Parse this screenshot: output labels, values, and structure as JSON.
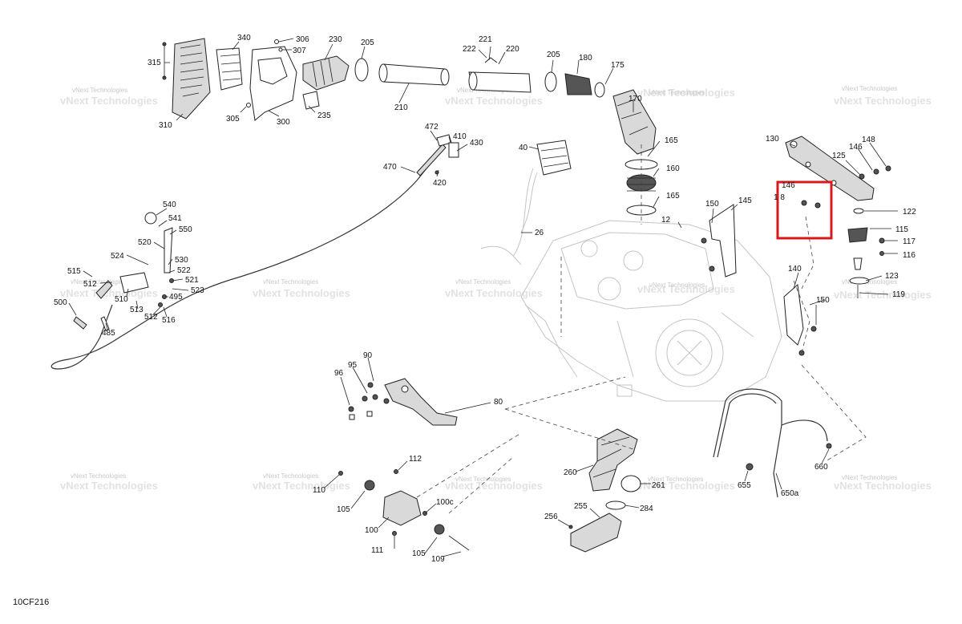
{
  "diagram": {
    "reference_code": "10CF216",
    "watermark_text": "vNext Technologies",
    "highlight_color": "#d7191c",
    "callouts": {
      "c315": "315",
      "c340": "340",
      "c306": "306",
      "c307": "307",
      "c230": "230",
      "c205a": "205",
      "c221": "221",
      "c222": "222",
      "c220": "220",
      "c205b": "205",
      "c180": "180",
      "c175": "175",
      "c310": "310",
      "c305": "305",
      "c300": "300",
      "c235": "235",
      "c210": "210",
      "c170": "170",
      "c472": "472",
      "c410": "410",
      "c430": "430",
      "c40": "40",
      "c470": "470",
      "c420": "420",
      "c165a": "165",
      "c160": "160",
      "c165b": "165",
      "c130": "130",
      "c148": "148",
      "c146a": "146",
      "c125": "125",
      "c146b": "146",
      "c18": "1 8",
      "c122": "122",
      "c115": "115",
      "c117": "117",
      "c116": "116",
      "c145": "145",
      "c150a": "150",
      "c12": "12",
      "c26": "26",
      "c540": "540",
      "c541": "541",
      "c550": "550",
      "c520": "520",
      "c524": "524",
      "c530": "530",
      "c522": "522",
      "c515": "515",
      "c521": "521",
      "c512a": "512",
      "c523": "523",
      "c510": "510",
      "c495": "495",
      "c500": "500",
      "c513": "513",
      "c512b": "512",
      "c516": "516",
      "c485": "485",
      "c140": "140",
      "c123": "123",
      "c119": "119",
      "c150b": "150",
      "c90": "90",
      "c95": "95",
      "c96": "96",
      "c80": "80",
      "c112": "112",
      "c110": "110",
      "c105a": "105",
      "c100c": "100c",
      "c100": "100",
      "c105b": "105",
      "c111": "111",
      "c109": "109",
      "c260": "260",
      "c261": "261",
      "c255": "255",
      "c256": "256",
      "c284": "284",
      "c655": "655",
      "c650a": "650a",
      "c660": "660"
    }
  }
}
